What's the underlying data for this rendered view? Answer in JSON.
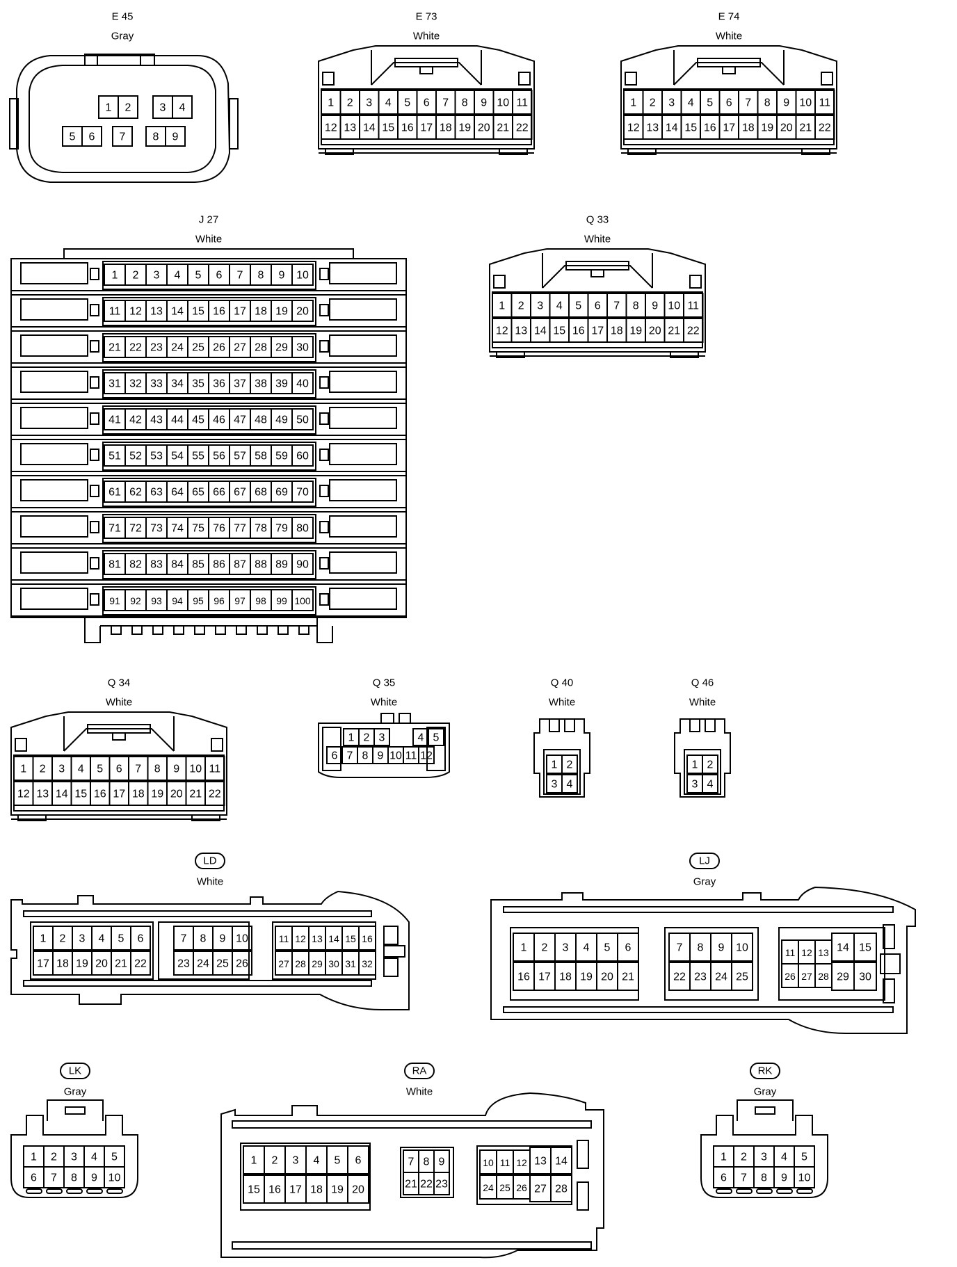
{
  "connectors": [
    {
      "code": "E 45",
      "color": "Gray",
      "badge": false,
      "pins": [
        "1",
        "2",
        "3",
        "4",
        "5",
        "6",
        "7",
        "8",
        "9"
      ]
    },
    {
      "code": "E 73",
      "color": "White",
      "badge": false,
      "pins": [
        "1",
        "2",
        "3",
        "4",
        "5",
        "6",
        "7",
        "8",
        "9",
        "10",
        "11",
        "12",
        "13",
        "14",
        "15",
        "16",
        "17",
        "18",
        "19",
        "20",
        "21",
        "22"
      ]
    },
    {
      "code": "E 74",
      "color": "White",
      "badge": false,
      "pins": [
        "1",
        "2",
        "3",
        "4",
        "5",
        "6",
        "7",
        "8",
        "9",
        "10",
        "11",
        "12",
        "13",
        "14",
        "15",
        "16",
        "17",
        "18",
        "19",
        "20",
        "21",
        "22"
      ]
    },
    {
      "code": "J 27",
      "color": "White",
      "badge": false,
      "pins": [
        "1",
        "2",
        "3",
        "4",
        "5",
        "6",
        "7",
        "8",
        "9",
        "10",
        "11",
        "12",
        "13",
        "14",
        "15",
        "16",
        "17",
        "18",
        "19",
        "20",
        "21",
        "22",
        "23",
        "24",
        "25",
        "26",
        "27",
        "28",
        "29",
        "30",
        "31",
        "32",
        "33",
        "34",
        "35",
        "36",
        "37",
        "38",
        "39",
        "40",
        "41",
        "42",
        "43",
        "44",
        "45",
        "46",
        "47",
        "48",
        "49",
        "50",
        "51",
        "52",
        "53",
        "54",
        "55",
        "56",
        "57",
        "58",
        "59",
        "60",
        "61",
        "62",
        "63",
        "64",
        "65",
        "66",
        "67",
        "68",
        "69",
        "70",
        "71",
        "72",
        "73",
        "74",
        "75",
        "76",
        "77",
        "78",
        "79",
        "80",
        "81",
        "82",
        "83",
        "84",
        "85",
        "86",
        "87",
        "88",
        "89",
        "90",
        "91",
        "92",
        "93",
        "94",
        "95",
        "96",
        "97",
        "98",
        "99",
        "100"
      ]
    },
    {
      "code": "Q 33",
      "color": "White",
      "badge": false,
      "pins": [
        "1",
        "2",
        "3",
        "4",
        "5",
        "6",
        "7",
        "8",
        "9",
        "10",
        "11",
        "12",
        "13",
        "14",
        "15",
        "16",
        "17",
        "18",
        "19",
        "20",
        "21",
        "22"
      ]
    },
    {
      "code": "Q 34",
      "color": "White",
      "badge": false,
      "pins": [
        "1",
        "2",
        "3",
        "4",
        "5",
        "6",
        "7",
        "8",
        "9",
        "10",
        "11",
        "12",
        "13",
        "14",
        "15",
        "16",
        "17",
        "18",
        "19",
        "20",
        "21",
        "22"
      ]
    },
    {
      "code": "Q 35",
      "color": "White",
      "badge": false,
      "pins": [
        "1",
        "2",
        "3",
        "4",
        "5",
        "6",
        "7",
        "8",
        "9",
        "10",
        "11",
        "12"
      ]
    },
    {
      "code": "Q 40",
      "color": "White",
      "badge": false,
      "pins": [
        "1",
        "2",
        "3",
        "4"
      ]
    },
    {
      "code": "Q 46",
      "color": "White",
      "badge": false,
      "pins": [
        "1",
        "2",
        "3",
        "4"
      ]
    },
    {
      "code": "LD",
      "color": "White",
      "badge": true,
      "pins": [
        "1",
        "2",
        "3",
        "4",
        "5",
        "6",
        "17",
        "18",
        "19",
        "20",
        "21",
        "22",
        "7",
        "8",
        "9",
        "10",
        "23",
        "24",
        "25",
        "26",
        "11",
        "12",
        "13",
        "14",
        "15",
        "16",
        "27",
        "28",
        "29",
        "30",
        "31",
        "32"
      ]
    },
    {
      "code": "LJ",
      "color": "Gray",
      "badge": true,
      "pins": [
        "1",
        "2",
        "3",
        "4",
        "5",
        "6",
        "16",
        "17",
        "18",
        "19",
        "20",
        "21",
        "7",
        "8",
        "9",
        "10",
        "22",
        "23",
        "24",
        "25",
        "11",
        "12",
        "13",
        "14",
        "15",
        "26",
        "27",
        "28",
        "29",
        "30"
      ]
    },
    {
      "code": "LK",
      "color": "Gray",
      "badge": true,
      "pins": [
        "1",
        "2",
        "3",
        "4",
        "5",
        "6",
        "7",
        "8",
        "9",
        "10"
      ]
    },
    {
      "code": "RA",
      "color": "White",
      "badge": true,
      "pins": [
        "1",
        "2",
        "3",
        "4",
        "5",
        "6",
        "15",
        "16",
        "17",
        "18",
        "19",
        "20",
        "7",
        "8",
        "9",
        "21",
        "22",
        "23",
        "10",
        "11",
        "12",
        "13",
        "14",
        "24",
        "25",
        "26",
        "27",
        "28"
      ]
    },
    {
      "code": "RK",
      "color": "Gray",
      "badge": true,
      "pins": [
        "1",
        "2",
        "3",
        "4",
        "5",
        "6",
        "7",
        "8",
        "9",
        "10"
      ]
    }
  ]
}
